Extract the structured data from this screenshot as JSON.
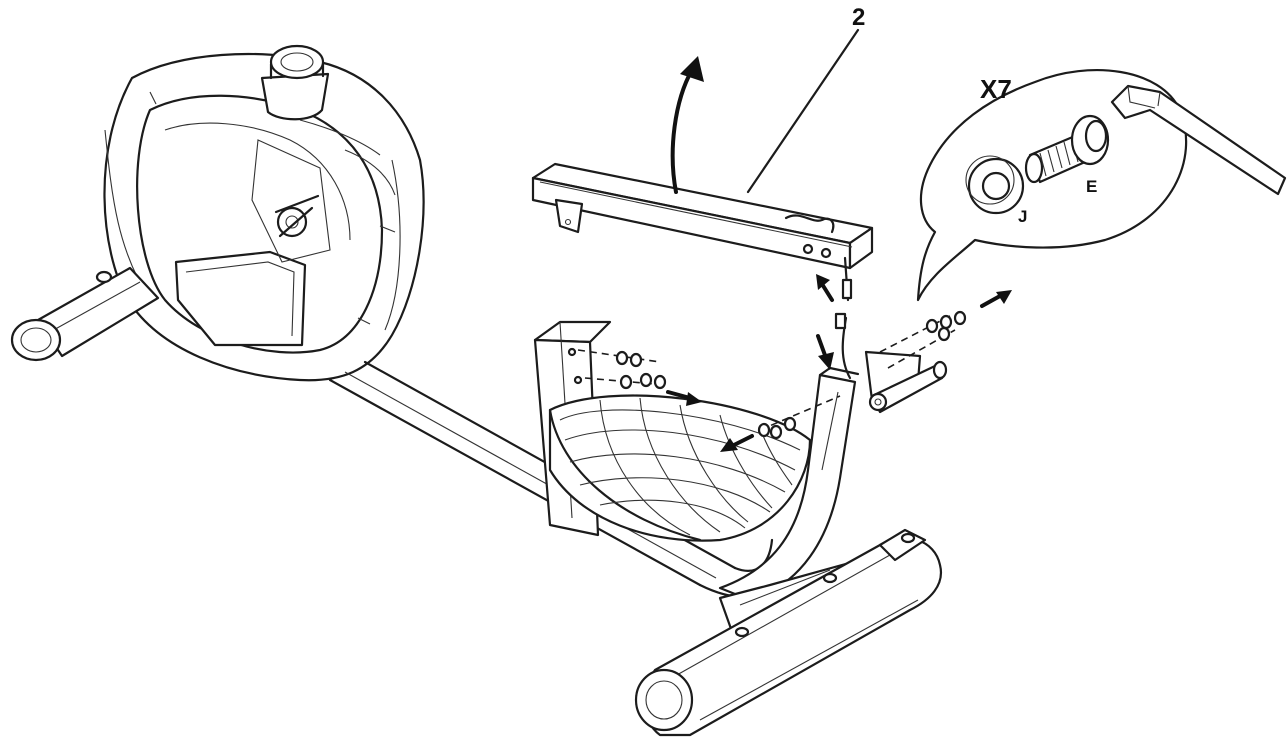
{
  "labels": {
    "part_number": "2",
    "quantity": "X7",
    "washer_letter": "J",
    "bolt_letter": "E"
  },
  "colors": {
    "line": "#1c1c1c",
    "background": "#ffffff"
  },
  "icons": [
    "allen-wrench-icon",
    "bolt-icon",
    "washer-icon",
    "arrow-icon"
  ]
}
